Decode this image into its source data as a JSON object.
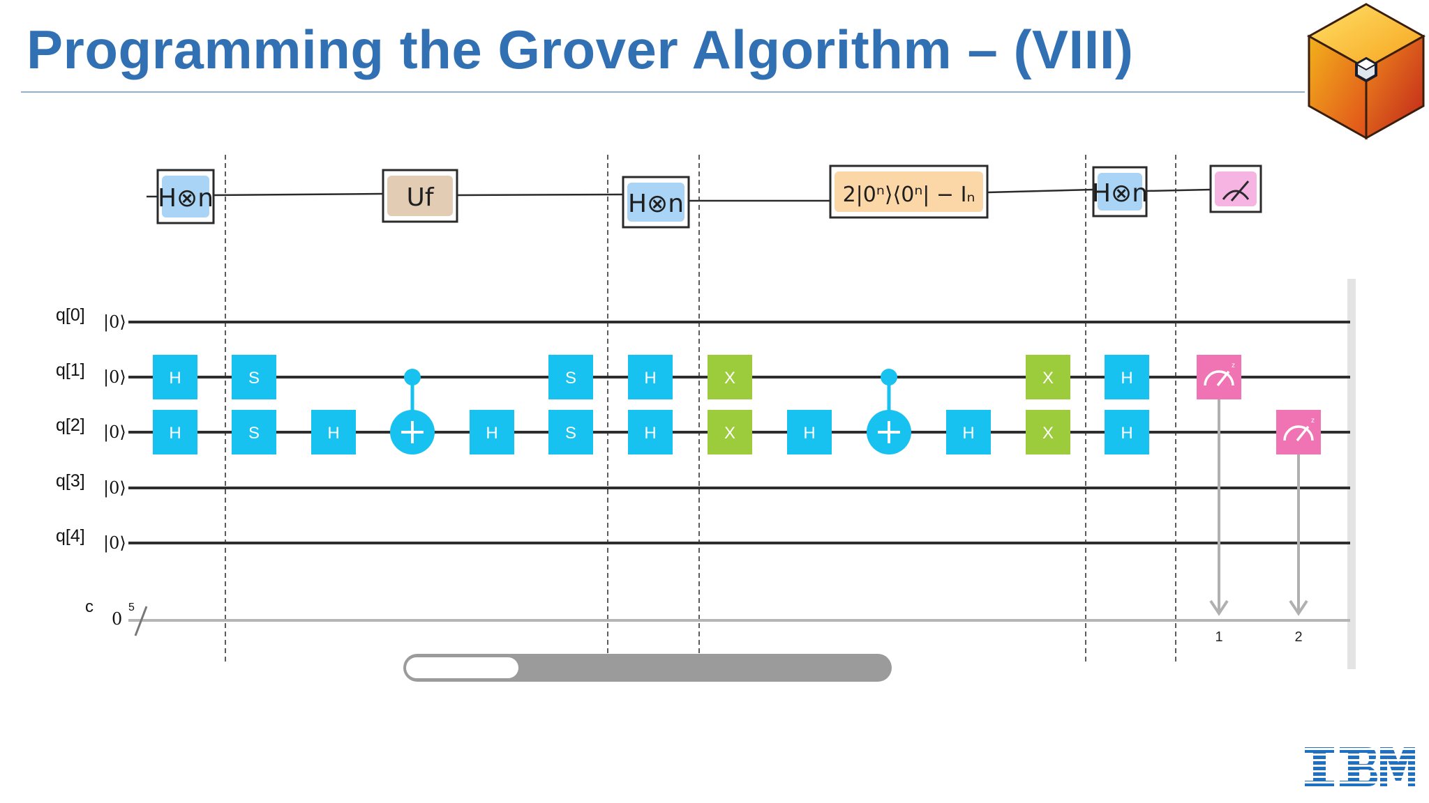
{
  "slide": {
    "title": "Programming the Grover Algorithm – (VIII)",
    "logo_icon": "qiskit-cube-icon",
    "footer_logo_icon": "ibm-logo-icon",
    "colors": {
      "title": "#3070b3",
      "h_gate": "#17c1f0",
      "s_gate": "#17c1f0",
      "x_gate": "#9ccc3c",
      "cnot": "#17c1f0",
      "measure": "#f073b4"
    }
  },
  "sketch": {
    "boxes": [
      {
        "label": "H⊗n",
        "fill": "#a9d4f5"
      },
      {
        "label": "Uf",
        "fill": "#e2ccb3"
      },
      {
        "label": "H⊗n",
        "fill": "#a9d4f5"
      },
      {
        "label": "2|0ⁿ⟩⟨0ⁿ| − Iₙ",
        "fill": "#fbd6a7"
      },
      {
        "label": "H⊗n",
        "fill": "#a9d4f5"
      },
      {
        "label": "measure",
        "fill": "#f6b4e2"
      }
    ]
  },
  "circuit": {
    "qubits": [
      {
        "name": "q[0]",
        "init": "|0⟩"
      },
      {
        "name": "q[1]",
        "init": "|0⟩"
      },
      {
        "name": "q[2]",
        "init": "|0⟩"
      },
      {
        "name": "q[3]",
        "init": "|0⟩"
      },
      {
        "name": "q[4]",
        "init": "|0⟩"
      }
    ],
    "classical": {
      "name": "c",
      "init": "0",
      "width": "5"
    },
    "gates": [
      {
        "type": "H",
        "label": "H",
        "qubit": 1,
        "col": 0
      },
      {
        "type": "H",
        "label": "H",
        "qubit": 2,
        "col": 0
      },
      {
        "type": "S",
        "label": "S",
        "qubit": 1,
        "col": 1
      },
      {
        "type": "S",
        "label": "S",
        "qubit": 2,
        "col": 1
      },
      {
        "type": "H",
        "label": "H",
        "qubit": 2,
        "col": 2
      },
      {
        "type": "CNOT",
        "control": 1,
        "target": 2,
        "col": 3
      },
      {
        "type": "H",
        "label": "H",
        "qubit": 2,
        "col": 4
      },
      {
        "type": "S",
        "label": "S",
        "qubit": 1,
        "col": 5
      },
      {
        "type": "S",
        "label": "S",
        "qubit": 2,
        "col": 5
      },
      {
        "type": "H",
        "label": "H",
        "qubit": 1,
        "col": 6
      },
      {
        "type": "H",
        "label": "H",
        "qubit": 2,
        "col": 6
      },
      {
        "type": "X",
        "label": "X",
        "qubit": 1,
        "col": 7
      },
      {
        "type": "X",
        "label": "X",
        "qubit": 2,
        "col": 7
      },
      {
        "type": "H",
        "label": "H",
        "qubit": 2,
        "col": 8
      },
      {
        "type": "CNOT",
        "control": 1,
        "target": 2,
        "col": 9
      },
      {
        "type": "H",
        "label": "H",
        "qubit": 2,
        "col": 10
      },
      {
        "type": "X",
        "label": "X",
        "qubit": 1,
        "col": 11
      },
      {
        "type": "X",
        "label": "X",
        "qubit": 2,
        "col": 11
      },
      {
        "type": "H",
        "label": "H",
        "qubit": 1,
        "col": 12
      },
      {
        "type": "H",
        "label": "H",
        "qubit": 2,
        "col": 12
      }
    ],
    "measurements": [
      {
        "qubit": 1,
        "bit": "1",
        "col": 13
      },
      {
        "qubit": 2,
        "bit": "2",
        "col": 14
      }
    ],
    "scrollbar": {
      "thumb_start": 0,
      "thumb_size": 0.23
    }
  }
}
